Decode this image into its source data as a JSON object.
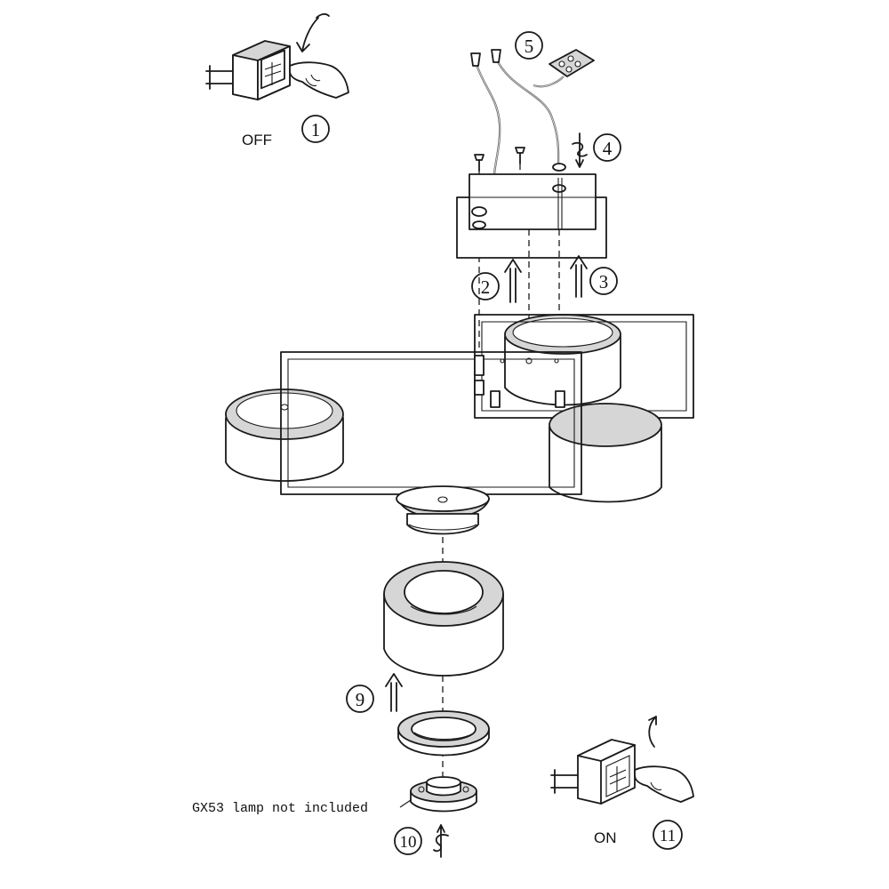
{
  "steps": {
    "s1": "1",
    "s2": "2",
    "s3": "3",
    "s4": "4",
    "s5": "5",
    "s9": "9",
    "s10": "10",
    "s11": "11"
  },
  "labels": {
    "off": "OFF",
    "on": "ON",
    "lamp_note": "GX53  lamp not included"
  }
}
